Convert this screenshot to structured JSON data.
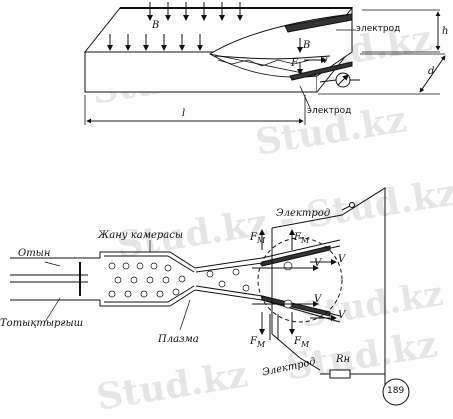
{
  "watermark": "Stud.kz",
  "watermark_dash": "Stud.kz - Stud.kz",
  "top": {
    "electrode_upper": "электрод",
    "electrode_lower": "электрод",
    "dim_h": "h",
    "dim_d": "d",
    "dim_l": "l",
    "field_B": "B",
    "field_B_inner": "B",
    "force_F": "F",
    "velocity_v": "v"
  },
  "bottom": {
    "fire": "Отын",
    "oxidizer": "Тотықтырғыш",
    "chamber": "Жану камерасы",
    "plasma": "Плазма",
    "electrode_top": "Электрод",
    "electrode_bottom": "Электрод",
    "load": "Rн",
    "force": "F",
    "force_sub": "М",
    "velocity": "V",
    "figure_number": "189"
  }
}
